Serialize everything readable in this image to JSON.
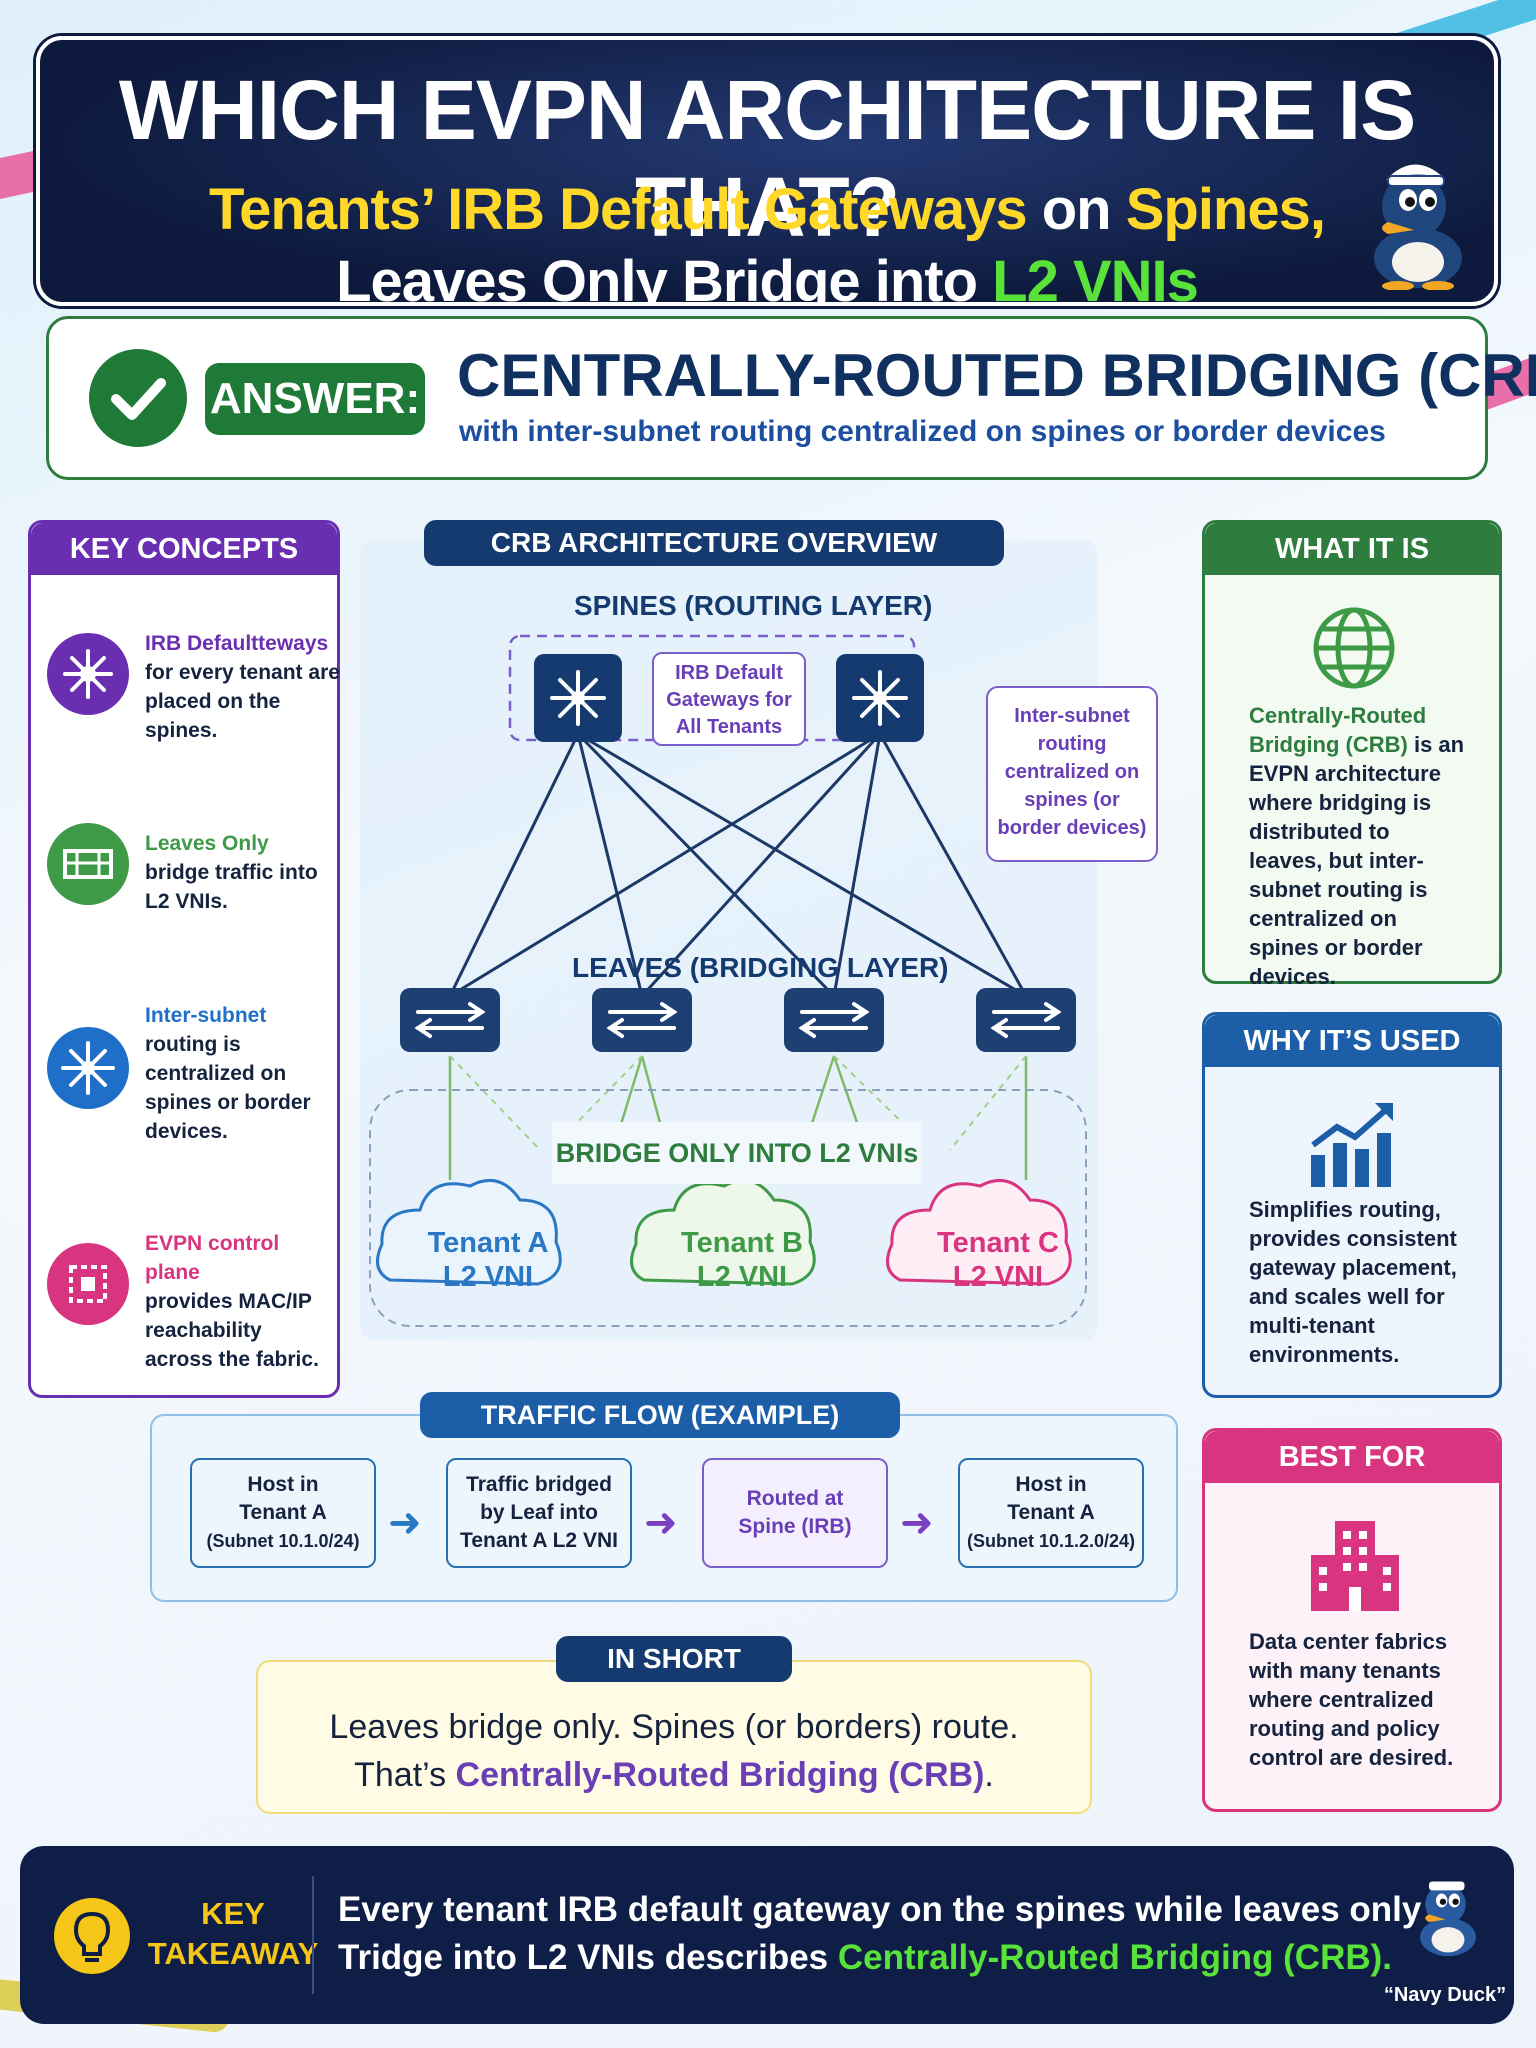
{
  "header": {
    "title": "WHICH EVPN ARCHITECTURE IS THAT?",
    "line1_a": "Tenants’ IRB Default Gateways",
    "line1_b": " on ",
    "line1_c": "Spines,",
    "line2_a": "Leaves Only Bridge into ",
    "line2_b": "L2 VNIs"
  },
  "answer": {
    "badge": "ANSWER:",
    "title": "CENTRALLY-ROUTED BRIDGING (CRB)",
    "subtitle": "with inter-subnet routing centralized on spines or border devices"
  },
  "key_concepts": {
    "heading": "KEY CONCEPTS",
    "items": [
      {
        "title": "IRB Defaultteways",
        "body": "for every tenant are placed on the spines.",
        "color": "#6a2fb0",
        "icon": "spine-switch-icon"
      },
      {
        "title": "Leaves Only",
        "body": "bridge traffic into L2 VNIs.",
        "color": "#3f9a48",
        "icon": "bridge-icon"
      },
      {
        "title": "Inter-subnet",
        "body": "routing is centralized on spines or border devices.",
        "color": "#1f6fc8",
        "icon": "router-icon"
      },
      {
        "title": "EVPN control plane",
        "body": "provides MAC/IP reachability across the fabric.",
        "color": "#d8347f",
        "icon": "control-plane-icon"
      }
    ]
  },
  "overview": {
    "heading": "CRB ARCHITECTURE OVERVIEW",
    "spines_label": "SPINES (ROUTING LAYER)",
    "irb_box": "IRB Default Gateways for All Tenants",
    "inter_subnet_note": "Inter-subnet routing centralized on spines (or border devices)",
    "leaves_label": "LEAVES (BRIDGING LAYER)",
    "bridge_label": "BRIDGE ONLY INTO L2 VNIs",
    "tenants": [
      {
        "name": "Tenant A",
        "vni": "L2 VNI",
        "color": "#2a78c4"
      },
      {
        "name": "Tenant B",
        "vni": "L2 VNI",
        "color": "#3f9a48"
      },
      {
        "name": "Tenant C",
        "vni": "L2 VNI",
        "color": "#d8347f"
      }
    ]
  },
  "what_it_is": {
    "heading": "WHAT IT IS",
    "text_green": "Centrally-Routed Bridging (CRB)",
    "text_rest": " is an EVPN architecture where bridging is distributed to leaves, but inter-subnet routing is centralized on spines or border devices."
  },
  "why_used": {
    "heading": "WHY IT’S USED",
    "text": "Simplifies routing, provides consistent gateway placement, and scales well for multi-tenant environments."
  },
  "best_for": {
    "heading": "BEST FOR",
    "text": "Data center fabrics with many tenants where centralized routing and policy control are desired."
  },
  "traffic_flow": {
    "heading": "TRAFFIC FLOW (EXAMPLE)",
    "steps": [
      {
        "l1": "Host in",
        "l2": "Tenant A",
        "l3": "(Subnet 10.1.0/24)"
      },
      {
        "l1": "Traffic bridged",
        "l2": "by Leaf into",
        "l3": "Tenant A L2 VNI"
      },
      {
        "l1": "Routed at",
        "l2": "Spine (IRB)",
        "l3": ""
      },
      {
        "l1": "Host in",
        "l2": "Tenant A",
        "l3": "(Subnet 10.1.2.0/24)"
      }
    ]
  },
  "in_short": {
    "heading": "IN SHORT",
    "line1": "Leaves bridge only. Spines (or borders) route.",
    "line2_a": "That’s ",
    "line2_b": "Centrally-Routed Bridging (CRB)",
    "line2_c": "."
  },
  "takeaway": {
    "label1": "KEY",
    "label2": "TAKEAWAY",
    "line1": "Every tenant IRB default gateway on the spines while leaves only",
    "line2_a": "Tridge into L2 VNIs describes ",
    "line2_b": "Centrally-Routed Bridging (CRB).",
    "mascot_caption": "“Navy Duck”"
  }
}
